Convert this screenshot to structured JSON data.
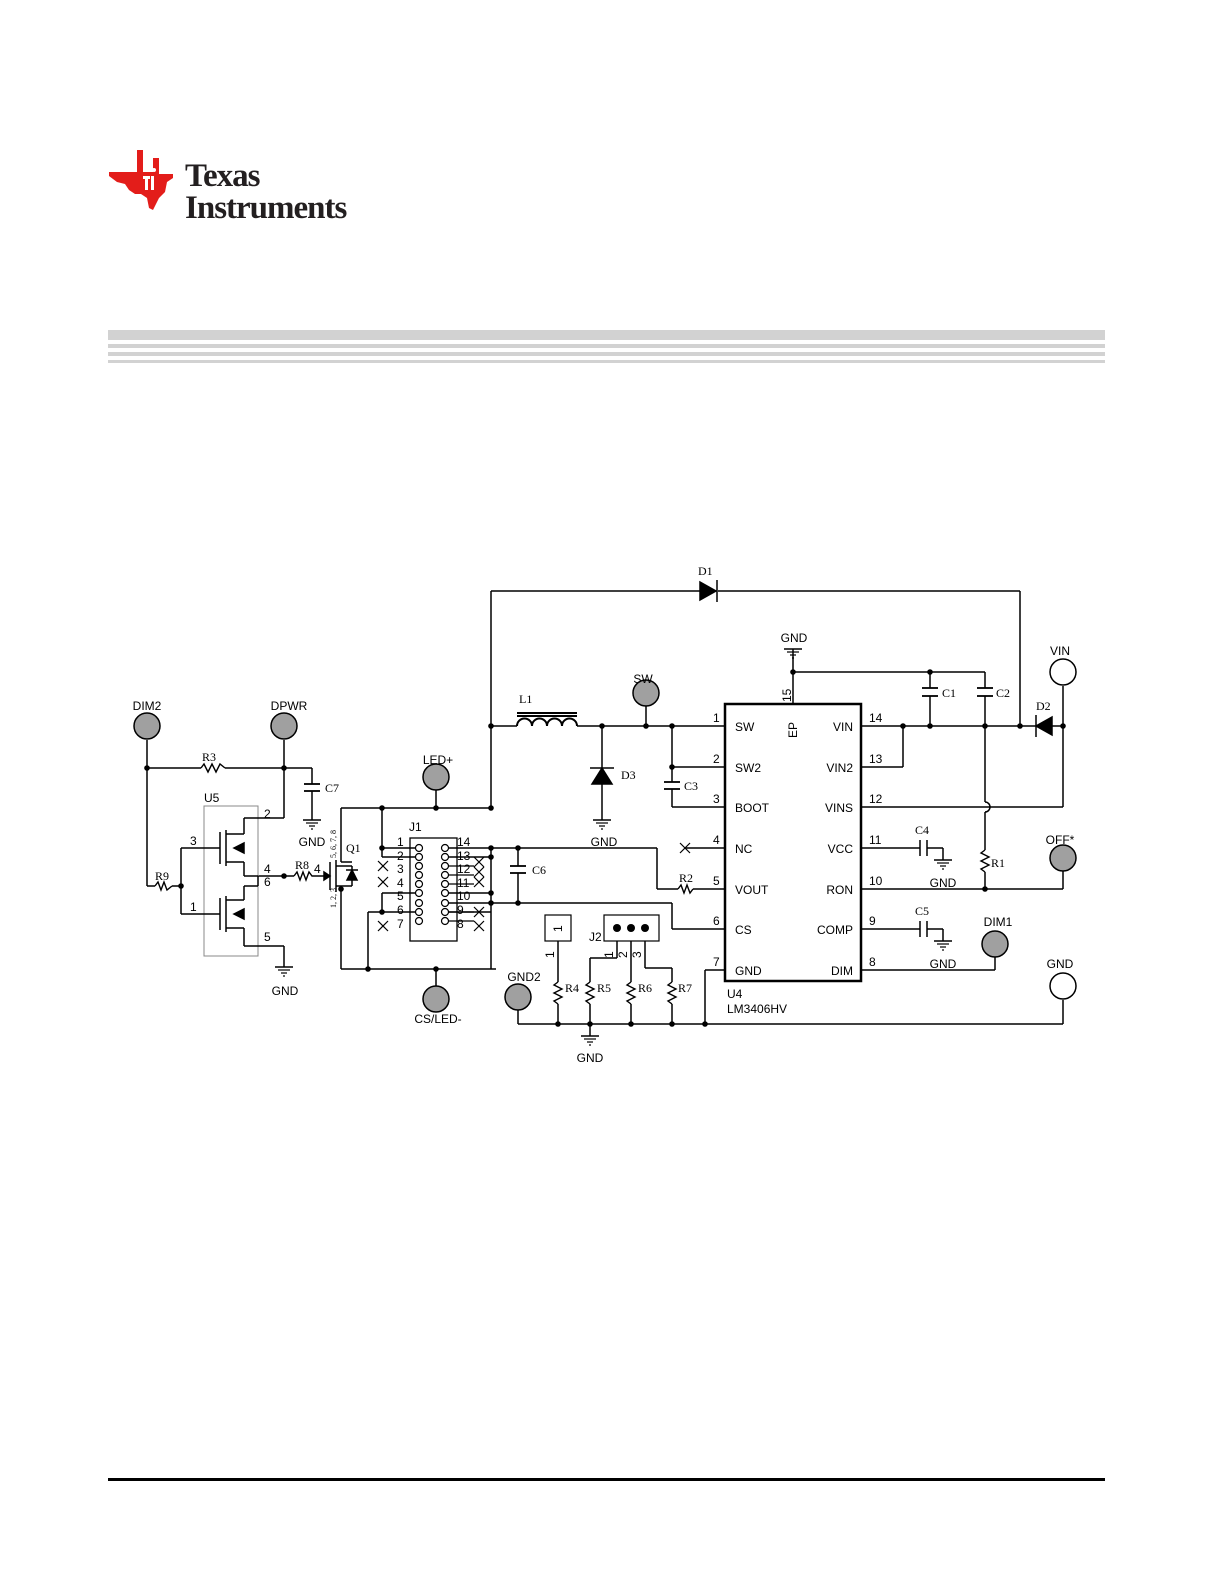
{
  "brand": {
    "line1": "Texas",
    "line2": "Instruments",
    "color": "#e31d1a"
  },
  "colors": {
    "testpoint_gray": "#a0a0a0",
    "wire": "#000000",
    "stripe": "#d2d2d2"
  },
  "schematic": {
    "ic": {
      "ref": "U4",
      "part": "LM3406HV",
      "left_pins": [
        {
          "num": "1",
          "name": "SW"
        },
        {
          "num": "2",
          "name": "SW2"
        },
        {
          "num": "3",
          "name": "BOOT"
        },
        {
          "num": "4",
          "name": "NC"
        },
        {
          "num": "5",
          "name": "VOUT"
        },
        {
          "num": "6",
          "name": "CS"
        },
        {
          "num": "7",
          "name": "GND"
        }
      ],
      "right_pins": [
        {
          "num": "14",
          "name": "VIN"
        },
        {
          "num": "13",
          "name": "VIN2"
        },
        {
          "num": "12",
          "name": "VINS"
        },
        {
          "num": "11",
          "name": "VCC"
        },
        {
          "num": "10",
          "name": "RON"
        },
        {
          "num": "9",
          "name": "COMP"
        },
        {
          "num": "8",
          "name": "DIM"
        }
      ],
      "ep_name": "EP",
      "ep_num": "15"
    },
    "test_points": {
      "dim2": "DIM2",
      "dpwr": "DPWR",
      "ledp": "LED+",
      "sw": "SW",
      "vin": "VIN",
      "offn": "OFF*",
      "dim1": "DIM1",
      "gnd": "GND",
      "gnd2": "GND2",
      "csled": "CS/LED-"
    },
    "parts": {
      "d1": "D1",
      "d2": "D2",
      "d3": "D3",
      "l1": "L1",
      "c1": "C1",
      "c2": "C2",
      "c3": "C3",
      "c4": "C4",
      "c5": "C5",
      "c6": "C6",
      "c7": "C7",
      "r1": "R1",
      "r2": "R2",
      "r3": "R3",
      "r4": "R4",
      "r5": "R5",
      "r6": "R6",
      "r7": "R7",
      "r8": "R8",
      "r9": "R9",
      "q1": "Q1",
      "u5": "U5",
      "j1": "J1",
      "j2": "J2"
    },
    "gnd_label": "GND",
    "j1_left_pins": [
      "1",
      "2",
      "3",
      "4",
      "5",
      "6",
      "7"
    ],
    "j1_right_pins": [
      "14",
      "13",
      "12",
      "11",
      "10",
      "9",
      "8"
    ],
    "j2_pins": [
      "1",
      "2",
      "3"
    ],
    "jumper_pin": "1",
    "u5_pins": {
      "p1": "1",
      "p2": "2",
      "p3": "3",
      "p4": "4",
      "p5": "5",
      "p6": "6"
    },
    "q1_pins": {
      "gate": "4",
      "drain": "5, 6, 7, 8",
      "source": "1, 2, 3"
    }
  }
}
